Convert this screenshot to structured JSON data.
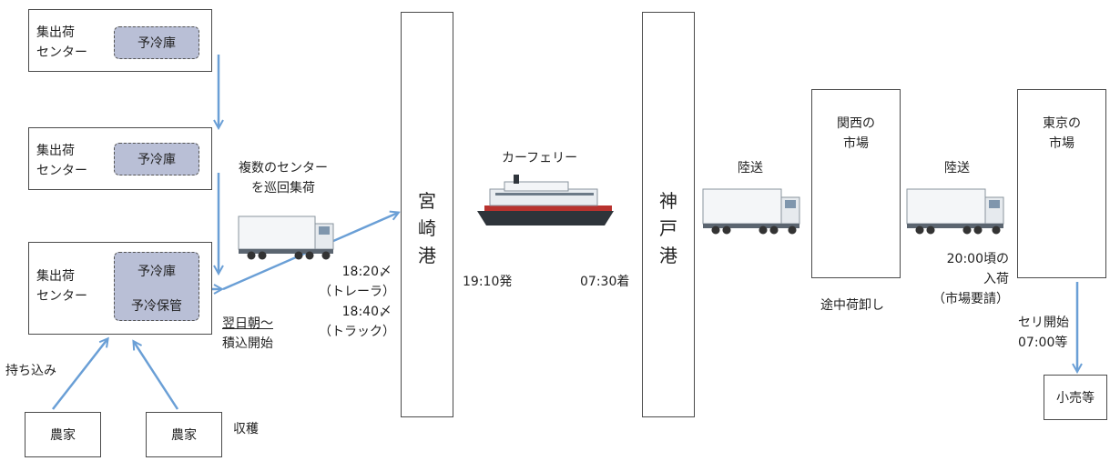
{
  "centers": [
    {
      "label_line1": "集出荷",
      "label_line2": "センター",
      "storage": "予冷庫"
    },
    {
      "label_line1": "集出荷",
      "label_line2": "センター",
      "storage": "予冷庫"
    },
    {
      "label_line1": "集出荷",
      "label_line2": "センター",
      "storage_top": "予冷庫",
      "storage_bottom": "予冷保管"
    }
  ],
  "farmers": [
    {
      "label": "農家"
    },
    {
      "label": "農家"
    }
  ],
  "labels": {
    "bring_in": "持ち込み",
    "harvest": "収穫",
    "tour_line1": "複数のセンター",
    "tour_line2": "を巡回集荷",
    "loading_line1": "翌日朝～",
    "loading_line2": "積込開始",
    "trailer_time": "18:20〆",
    "trailer": "（トレーラ）",
    "truck_time": "18:40〆",
    "truck": "（トラック）",
    "ferry": "カーフェリー",
    "depart": "19:10発",
    "arrive": "07:30着",
    "land_1": "陸送",
    "land_2": "陸送",
    "unload": "途中荷卸し",
    "arrive_time_line1": "20:00頃の",
    "arrive_time_line2": "入荷",
    "arrive_time_line3": "（市場要請）",
    "auction_line1": "セリ開始",
    "auction_line2": "07:00等"
  },
  "ports": {
    "miyazaki": [
      "宮",
      "崎",
      "港"
    ],
    "kobe": [
      "神",
      "戸",
      "港"
    ]
  },
  "markets": {
    "kansai": {
      "line1": "関西の",
      "line2": "市場"
    },
    "tokyo": {
      "line1": "東京の",
      "line2": "市場"
    }
  },
  "retail": "小売等",
  "colors": {
    "arrow": "#6a9fd6",
    "storage_fill": "#b9bfd6",
    "border": "#4a4a4a"
  }
}
